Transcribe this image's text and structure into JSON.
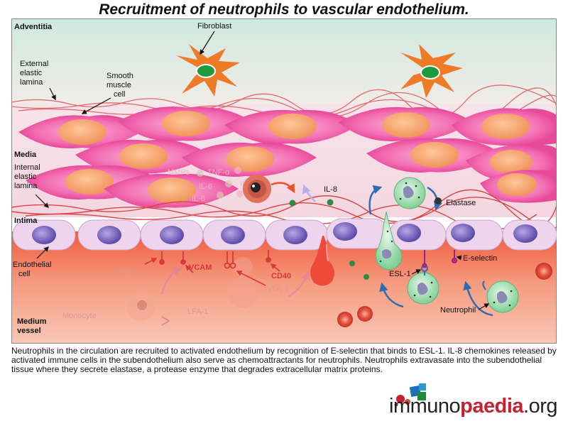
{
  "title": "Recruitment of neutrophils to vascular endothelium.",
  "layers": {
    "adventitia": "Adventitia",
    "media": "Media",
    "intima": "Intima",
    "vessel_line1": "Medium",
    "vessel_line2": "vessel"
  },
  "labels": {
    "fibroblast": "Fibroblast",
    "external_lamina": [
      "External",
      "elastic",
      "lamina"
    ],
    "smooth_muscle": [
      "Smooth",
      "muscle",
      "cell"
    ],
    "internal_lamina": [
      "Internal",
      "elastic",
      "lamina"
    ],
    "endothelial": [
      "Endothelial",
      "cell"
    ],
    "il8": "IL-8",
    "elastase": "Elastase",
    "e_selectin": "E-selectin",
    "esl1": "ESL-1",
    "neutrophil": "Neutrophil",
    "mmps": "MMPs",
    "tnf": "TNF-α",
    "il6": "IL-6",
    "il1": "IL 1",
    "il8_faded": "IL-8",
    "icam1": "ICAM 1",
    "vcam": "VCAM",
    "cd40": "CD40",
    "vla4": "VLA-4",
    "lfa1": "LFA-1",
    "monocyte": "Monocyte"
  },
  "caption": "Neutrophils in the circulation are recruited to activated endothelium by recognition of E-selectin that binds to ESL-1. IL-8 chemokines released by activated immune cells in the subendothelium also serve as chemoattractants for neutrophils. Neutrophils extravasate into the subendothelial tissue where they secrete elastase, a protease enzyme that degrades extracellular matrix proteins.",
  "logo": {
    "part1": "immuno",
    "part2": "paedia",
    "part3": ".org"
  },
  "colors": {
    "vessel": "#f06f55",
    "media": "#f7dce6",
    "adventitia": "#d9efe6",
    "smooth_muscle": "#f25ca8",
    "fibroblast": "#ef7a28",
    "endothelium": "#e6c4e4",
    "neutrophil": "#a6e0b6"
  }
}
